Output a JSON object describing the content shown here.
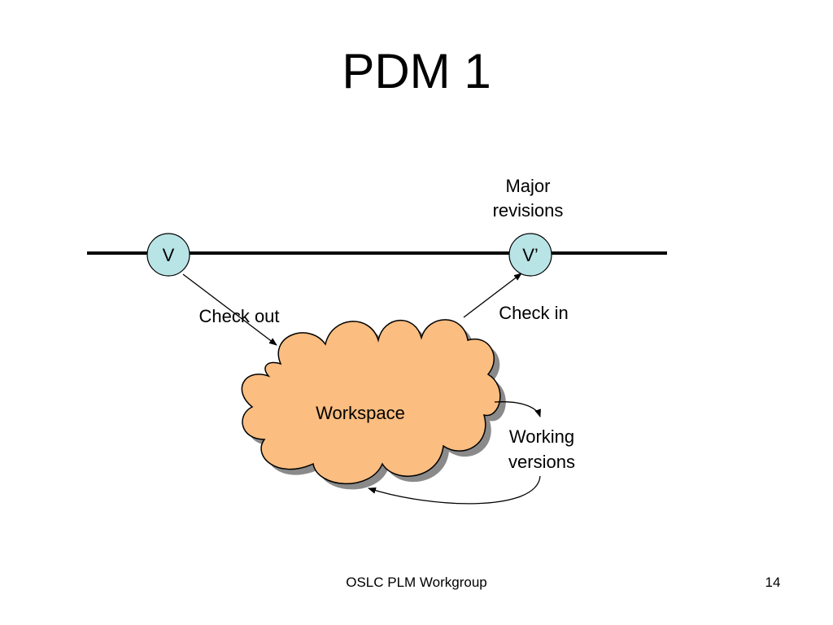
{
  "slide": {
    "title": "PDM 1",
    "footer_text": "OSLC PLM Workgroup",
    "page_number": "14"
  },
  "diagram": {
    "nodes": {
      "version_start": "V",
      "version_end": "V’",
      "workspace": "Workspace"
    },
    "labels": {
      "major_revisions": [
        "Major",
        "revisions"
      ],
      "check_out": "Check out",
      "check_in": "Check in",
      "working_versions": [
        "Working",
        "versions"
      ]
    },
    "colors": {
      "version_node_fill": "#b9e4e6",
      "cloud_fill": "#fbbd80",
      "cloud_shadow": "#8a8a8a",
      "line": "#000000"
    }
  }
}
